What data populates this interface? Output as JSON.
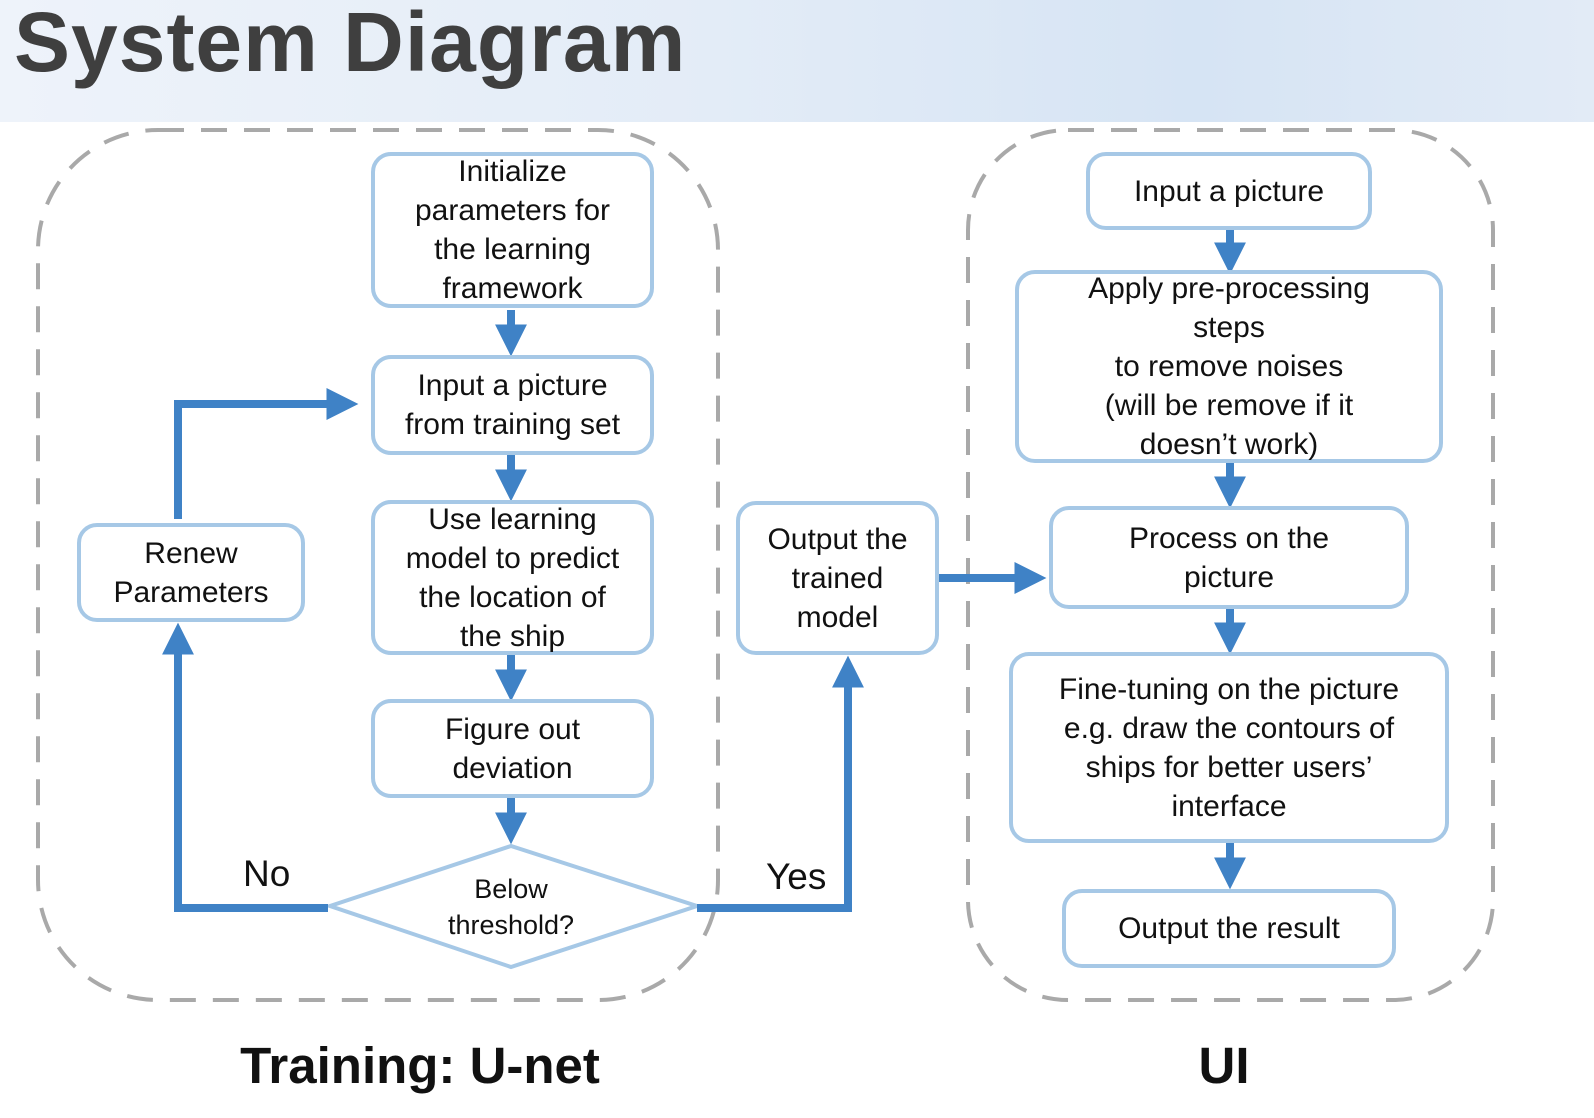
{
  "title": "System Diagram",
  "training": {
    "label": "Training: U-net",
    "init": "Initialize\nparameters for\nthe learning\nframework",
    "input": "Input a picture\nfrom training set",
    "predict": "Use learning\nmodel to predict\nthe location of\nthe ship",
    "deviation": "Figure out\ndeviation",
    "decision": "Below\nthreshold?",
    "renew": "Renew\nParameters",
    "no": "No",
    "yes": "Yes"
  },
  "output_model": "Output the\ntrained\nmodel",
  "ui": {
    "label": "UI",
    "input": "Input a picture",
    "preprocess": "Apply pre-processing\nsteps\nto remove noises\n(will be remove if it\ndoesn’t work)",
    "process": "Process on the\npicture",
    "finetune": "Fine-tuning on the picture\ne.g. draw the contours of\nships for better users’\ninterface",
    "output": "Output the result"
  },
  "colors": {
    "arrow": "#3f82c6",
    "box_border": "#a6c8e6",
    "dashed": "#a9a9a9"
  }
}
